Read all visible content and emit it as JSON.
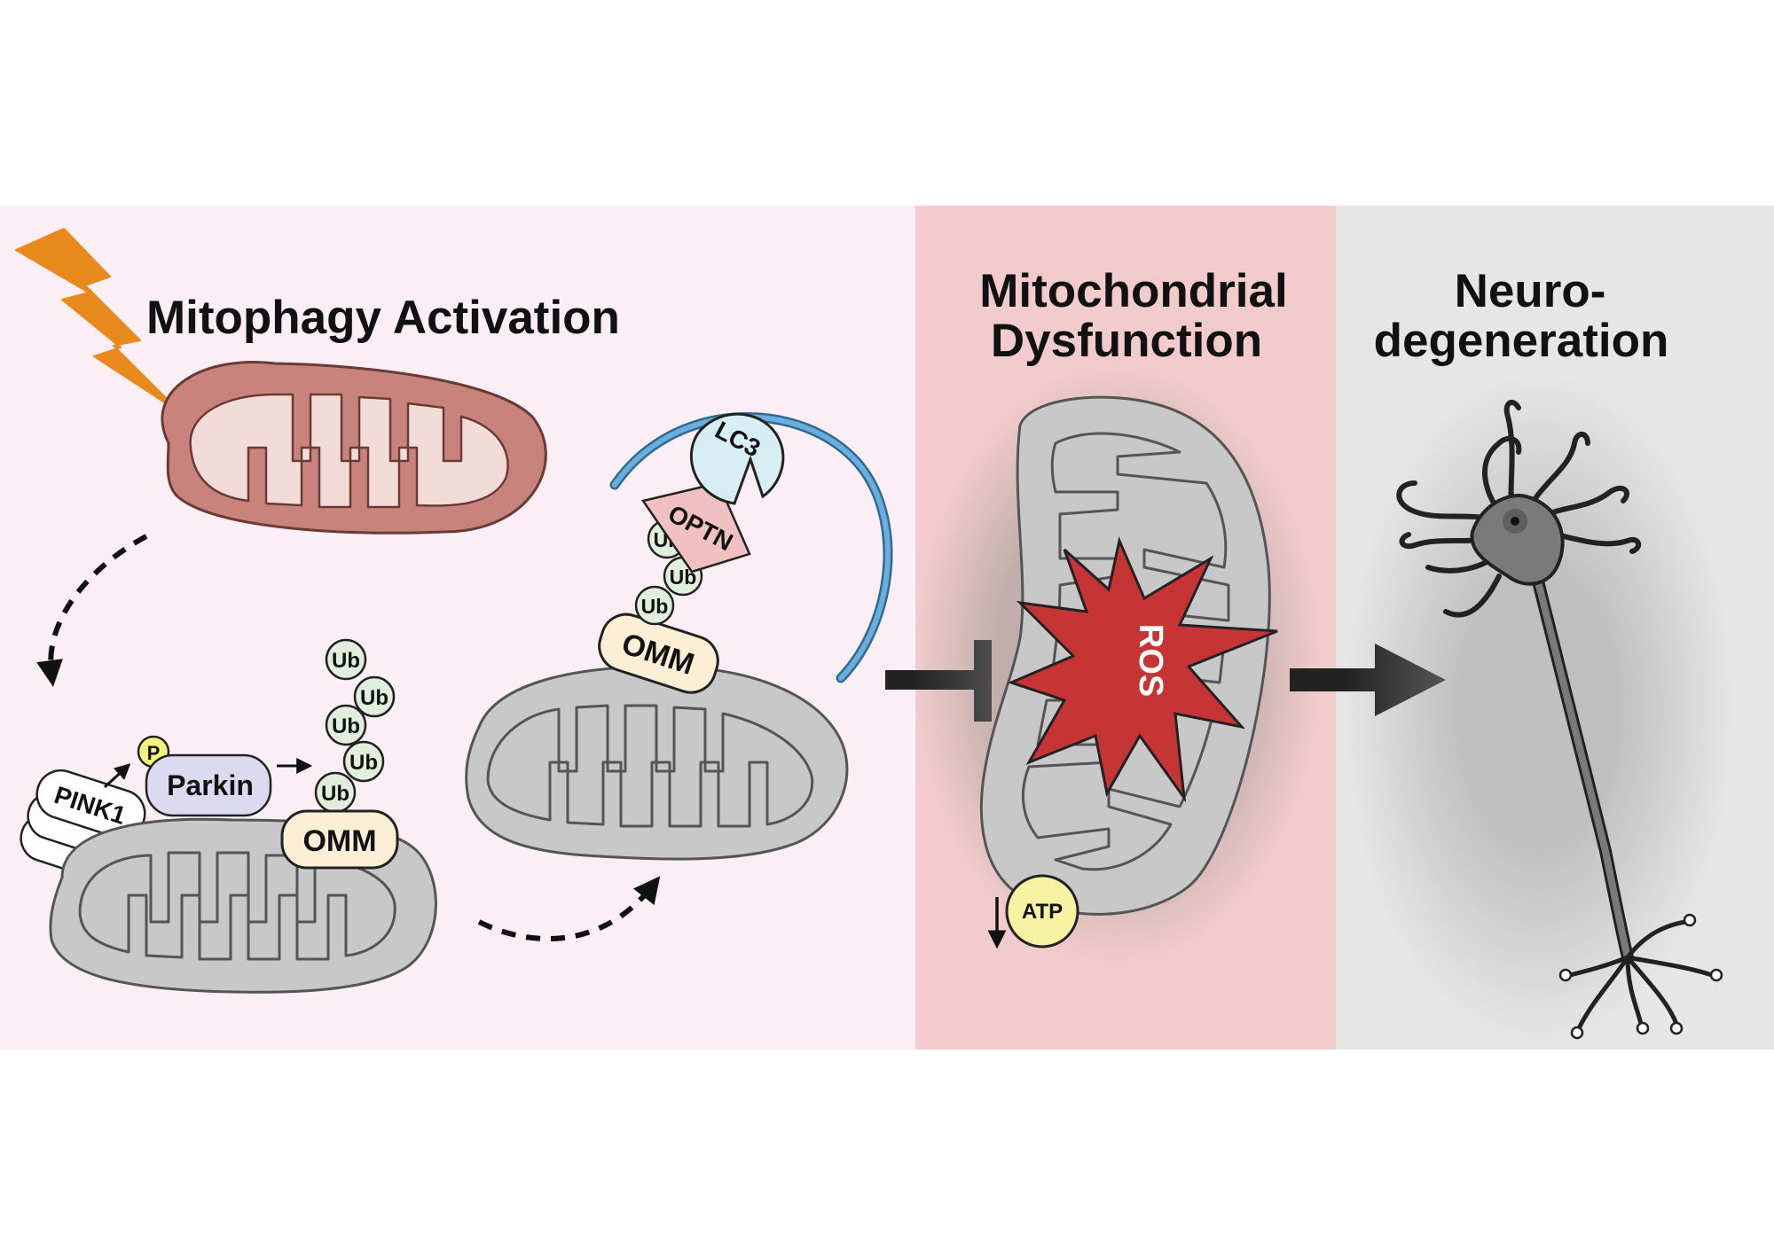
{
  "panels": {
    "mitophagy": {
      "title": "Mitophagy Activation"
    },
    "dysfunction": {
      "title_line1": "Mitochondrial",
      "title_line2": "Dysfunction"
    },
    "neuro": {
      "title_line1": "Neuro-",
      "title_line2": "degeneration"
    }
  },
  "labels": {
    "pink1": "PINK1",
    "p": "P",
    "parkin": "Parkin",
    "ub": "Ub",
    "omm": "OMM",
    "optn": "OPTN",
    "lc3": "LC3",
    "ros": "ROS",
    "atp": "ATP"
  },
  "colors": {
    "panel_mitophagy": "#fbeef4",
    "panel_dysfunction": "#f2cccc",
    "panel_neuro": "#e6e6e6",
    "lightning": "#e8891c",
    "healthy_mito": "#c8847c",
    "damaged_mito": "#c8c8c8",
    "ros_star": "#c73434",
    "phagophore": "#4a90c2",
    "ub_fill": "#e2eedd",
    "omm_fill": "#fcefd6",
    "parkin_fill": "#dcdaf0",
    "p_fill": "#f6f27a",
    "atp_fill": "#f7f3a2",
    "lc3_fill": "#d7eef5",
    "optn_fill": "#f1c1c1"
  },
  "icons": [
    "lightning-icon",
    "mitochondrion-icon",
    "neuron-icon",
    "ros-star-icon",
    "inhibition-icon",
    "arrow-icon"
  ]
}
